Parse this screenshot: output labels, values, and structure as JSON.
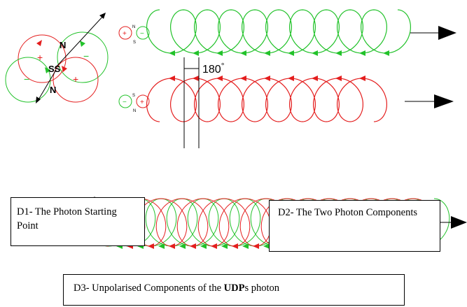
{
  "labels": {
    "north": "N",
    "south": "S",
    "center": "SS",
    "plus": "+",
    "minus": "−",
    "angle": "180",
    "degree": "°"
  },
  "captions": {
    "d1": "D1- The Photon Starting Point",
    "d2": "D2- The Two Photon Components",
    "d3_prefix": "D3- Unpolarised Components of the ",
    "d3_bold": "UDP",
    "d3_suffix": "s photon"
  },
  "colors": {
    "green": "#22c22a",
    "red": "#e41e1e",
    "black": "#000000"
  }
}
